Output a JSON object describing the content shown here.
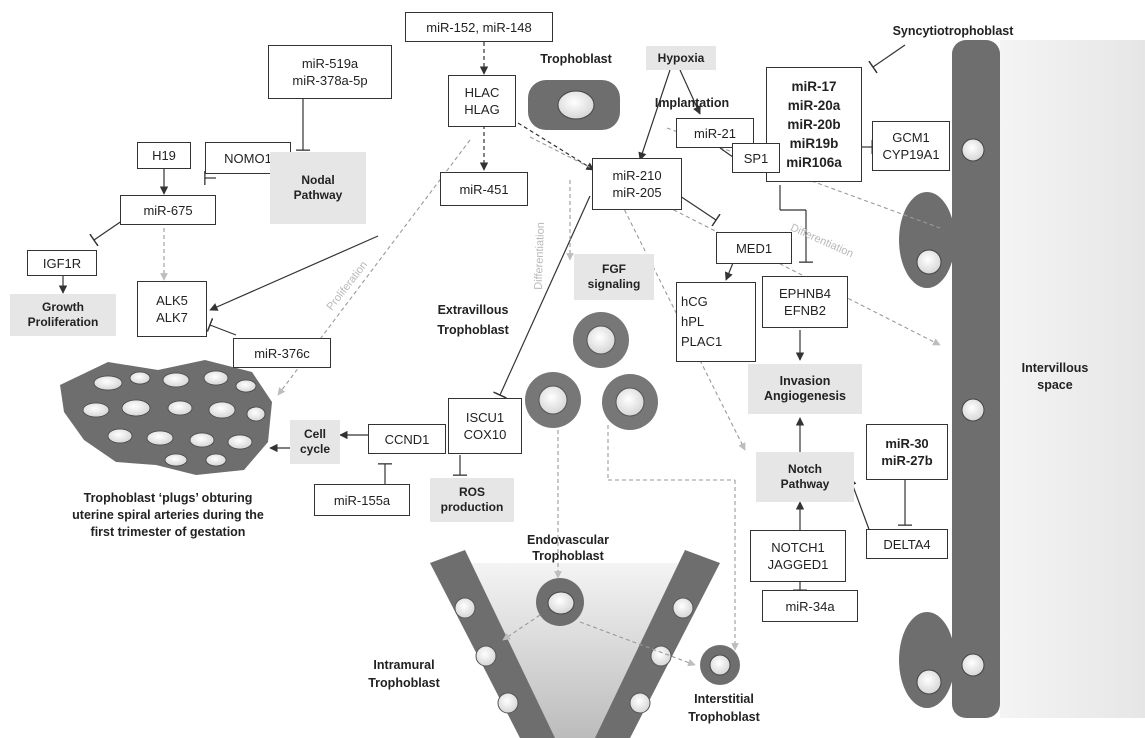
{
  "boxes": {
    "mir152": "miR-152, miR-148",
    "mir519": [
      "miR-519a",
      "miR-378a-5p"
    ],
    "hlac": [
      "HLAC",
      "HLAG"
    ],
    "hypoxia": "Hypoxia",
    "implantation": "Implantation",
    "mir21": "miR-21",
    "mir17": [
      "miR-17",
      "miR-20a",
      "miR-20b",
      "miR19b",
      "miR106a"
    ],
    "gcm1": [
      "GCM1",
      "CYP19A1"
    ],
    "h19": "H19",
    "nomo1": "NOMO1",
    "mir675": "miR-675",
    "nodal": [
      "Nodal",
      "Pathway"
    ],
    "mir451": "miR-451",
    "mir210": [
      "miR-210",
      "miR-205"
    ],
    "sp1": "SP1",
    "igf1r": "IGF1R",
    "growth": [
      "Growth",
      "Proliferation"
    ],
    "alk": [
      "ALK5",
      "ALK7"
    ],
    "mir376c": "miR-376c",
    "med1": "MED1",
    "fgf": [
      "FGF",
      "signaling"
    ],
    "hcg": [
      "hCG",
      "hPL",
      "PLAC1"
    ],
    "ephnb4": [
      "EPHNB4",
      "EFNB2"
    ],
    "invasion": [
      "Invasion",
      "Angiogenesis"
    ],
    "iscu1": [
      "ISCU1",
      "COX10"
    ],
    "cellcycle": [
      "Cell",
      "cycle"
    ],
    "ccnd1": "CCND1",
    "mir155": "miR-155a",
    "ros": [
      "ROS",
      "production"
    ],
    "notchpath": [
      "Notch",
      "Pathway"
    ],
    "mir30": [
      "miR-30",
      "miR-27b"
    ],
    "notch1": [
      "NOTCH1",
      "JAGGED1"
    ],
    "delta4": "DELTA4",
    "mir34": "miR-34a"
  },
  "labels": {
    "trophoblast": "Trophoblast",
    "syncytio": "Syncytiotrophoblast",
    "extravillous": [
      "Extravillous",
      "Trophoblast"
    ],
    "intervillous": [
      "Intervillous",
      "space"
    ],
    "plugs": [
      "Trophoblast ‘plugs’ obturing",
      "uterine spiral arteries during the",
      "first trimester of gestation"
    ],
    "endovascular": [
      "Endovascular",
      "Trophoblast"
    ],
    "intramural": [
      "Intramural",
      "Trophoblast"
    ],
    "interstitial": [
      "Interstitial",
      "Trophoblast"
    ]
  },
  "rotated": {
    "proliferation": "Proliferation",
    "differentiation_mid": "Differentiation",
    "differentiation_right": "Differentiation"
  }
}
